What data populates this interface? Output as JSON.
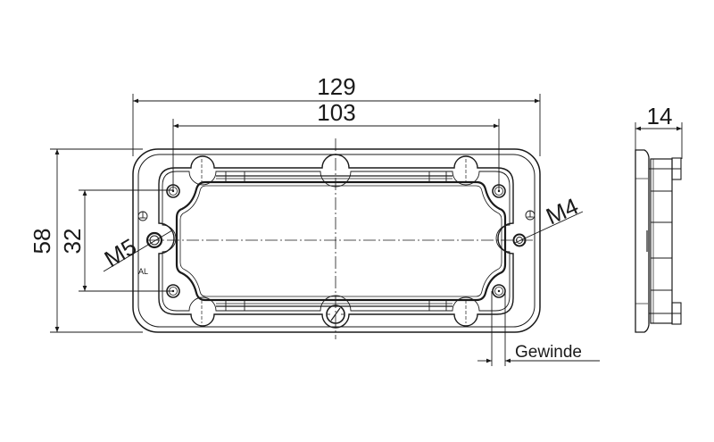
{
  "drawing": {
    "type": "technical-drawing",
    "views": [
      "front-view",
      "side-view"
    ],
    "colors": {
      "line": "#1a1a1a",
      "background": "#ffffff"
    }
  },
  "dimensions": {
    "overall_width": "129",
    "hole_spacing_width": "103",
    "overall_height": "58",
    "hole_spacing_height": "32",
    "depth": "14"
  },
  "callouts": {
    "left_thread": "M5",
    "right_thread": "M4",
    "thread_label": "Gewinde",
    "material_mark": "AL"
  },
  "symbols": {
    "ground_left": "ground-symbol",
    "ground_right": "ground-symbol"
  }
}
